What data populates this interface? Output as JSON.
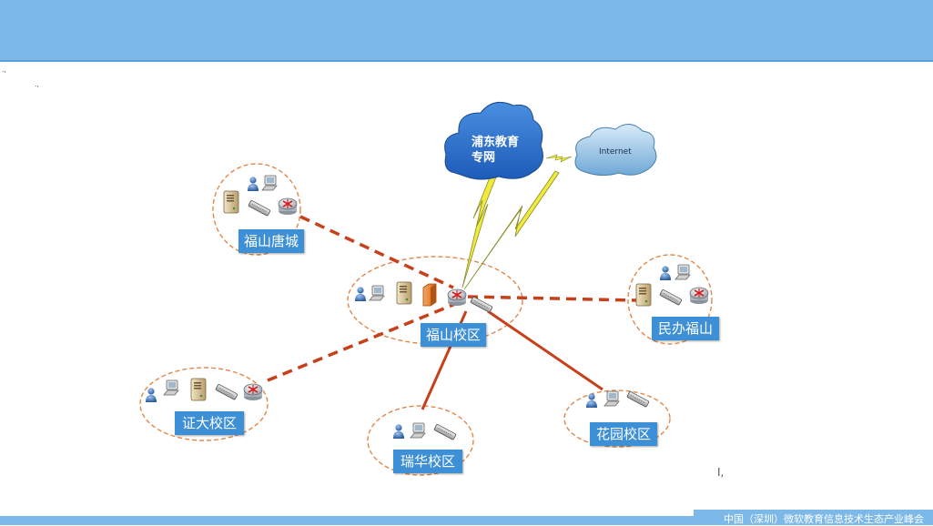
{
  "diagram": {
    "clouds": {
      "education_network": "浦东教育\n专网",
      "internet": "Internet"
    },
    "sites": [
      {
        "id": "fushan-tangcheng",
        "label": "福山唐城"
      },
      {
        "id": "fushan-campus",
        "label": "福山校区"
      },
      {
        "id": "minban-fushan",
        "label": "民办福山"
      },
      {
        "id": "zhengda-campus",
        "label": "证大校区"
      },
      {
        "id": "ruihua-campus",
        "label": "瑞华校区"
      },
      {
        "id": "huayuan-campus",
        "label": "花园校区"
      }
    ],
    "links": [
      {
        "from": "fushan-tangcheng",
        "to": "fushan-campus",
        "style": "dashed"
      },
      {
        "from": "minban-fushan",
        "to": "fushan-campus",
        "style": "dashed"
      },
      {
        "from": "zhengda-campus",
        "to": "fushan-campus",
        "style": "dashed"
      },
      {
        "from": "ruihua-campus",
        "to": "fushan-campus",
        "style": "solid"
      },
      {
        "from": "huayuan-campus",
        "to": "fushan-campus",
        "style": "solid"
      },
      {
        "from": "fushan-campus",
        "to": "education_network",
        "style": "wireless"
      },
      {
        "from": "fushan-campus",
        "to": "internet",
        "style": "wireless"
      },
      {
        "from": "education_network",
        "to": "internet",
        "style": "wireless"
      }
    ]
  },
  "footer": {
    "text": "中国（深圳）微软教育信息技术生态产业峰会"
  },
  "colors": {
    "header": "#7db9e8",
    "label_bg": "#3d8fd6",
    "link": "#c8401a",
    "circle": "#e0884a",
    "bolt": "#f0ea3a"
  }
}
